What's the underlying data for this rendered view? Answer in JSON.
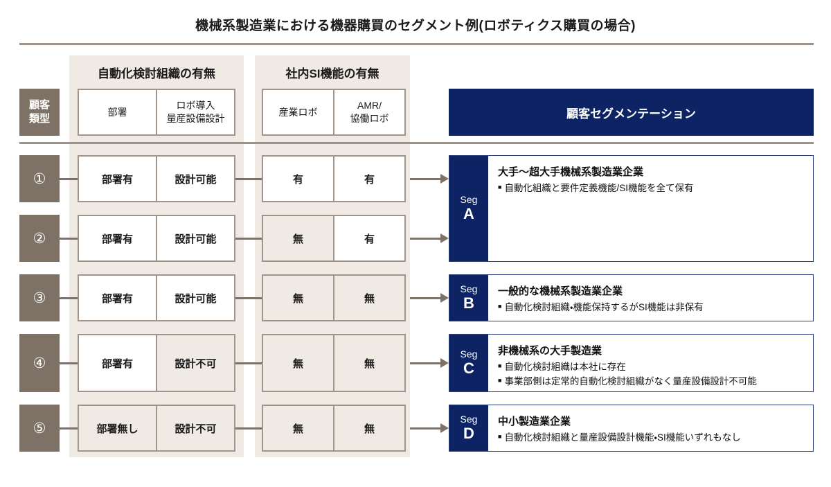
{
  "title": "機械系製造業における機器購買のセグメント例(ロボティクス購買の場合)",
  "header": {
    "customer_type": {
      "line1": "顧客",
      "line2": "類型"
    },
    "groups": [
      {
        "label": "自動化検討組織の有無"
      },
      {
        "label": "社内SI機能の有無"
      }
    ],
    "org_columns": [
      {
        "line1": "部署",
        "line2": ""
      },
      {
        "line1": "ロボ導入",
        "line2": "量産設備設計"
      }
    ],
    "si_columns": [
      {
        "line1": "産業ロボ",
        "line2": ""
      },
      {
        "line1": "AMR/",
        "line2": "協働ロボ"
      }
    ],
    "segmentation_label": "顧客セグメンテーション"
  },
  "rows": [
    {
      "number": "①",
      "org": [
        {
          "value": "部署有",
          "negative": false
        },
        {
          "value": "設計可能",
          "negative": false
        }
      ],
      "si": [
        {
          "value": "有",
          "negative": false
        },
        {
          "value": "有",
          "negative": false
        }
      ]
    },
    {
      "number": "②",
      "org": [
        {
          "value": "部署有",
          "negative": false
        },
        {
          "value": "設計可能",
          "negative": false
        }
      ],
      "si": [
        {
          "value": "無",
          "negative": true
        },
        {
          "value": "有",
          "negative": false
        }
      ]
    },
    {
      "number": "③",
      "org": [
        {
          "value": "部署有",
          "negative": false
        },
        {
          "value": "設計可能",
          "negative": false
        }
      ],
      "si": [
        {
          "value": "無",
          "negative": true
        },
        {
          "value": "無",
          "negative": true
        }
      ]
    },
    {
      "number": "④",
      "org": [
        {
          "value": "部署有",
          "negative": false
        },
        {
          "value": "設計不可",
          "negative": true
        }
      ],
      "si": [
        {
          "value": "無",
          "negative": true
        },
        {
          "value": "無",
          "negative": true
        }
      ]
    },
    {
      "number": "⑤",
      "org": [
        {
          "value": "部署無し",
          "negative": true
        },
        {
          "value": "設計不可",
          "negative": true
        }
      ],
      "si": [
        {
          "value": "無",
          "negative": true
        },
        {
          "value": "無",
          "negative": true
        }
      ]
    }
  ],
  "segments": [
    {
      "seg_word": "Seg",
      "letter": "A",
      "title": "大手～超大手機械系製造業企業",
      "bullets": [
        "自動化組織と要件定義機能/SI機能を全て保有"
      ]
    },
    {
      "seg_word": "Seg",
      "letter": "B",
      "title": "一般的な機械系製造業企業",
      "bullets": [
        "自動化検討組織・機能保持するがSI機能は非保有"
      ]
    },
    {
      "seg_word": "Seg",
      "letter": "C",
      "title": "非機械系の大手製造業",
      "bullets": [
        "自動化検討組織は本社に存在",
        "事業部側は定常的自動化検討組織がなく量産設備設計不可能"
      ]
    },
    {
      "seg_word": "Seg",
      "letter": "D",
      "title": "中小製造業企業",
      "bullets": [
        "自動化検討組織と量産設備設計機能・SI機能いずれもなし"
      ]
    }
  ],
  "bullet_marker": "■",
  "colors": {
    "navy": "#0D2364",
    "brown": "#7D7265",
    "beige_band": "#EFEBE4",
    "cell_border": "#A1948A",
    "rule": "#9D9287"
  }
}
